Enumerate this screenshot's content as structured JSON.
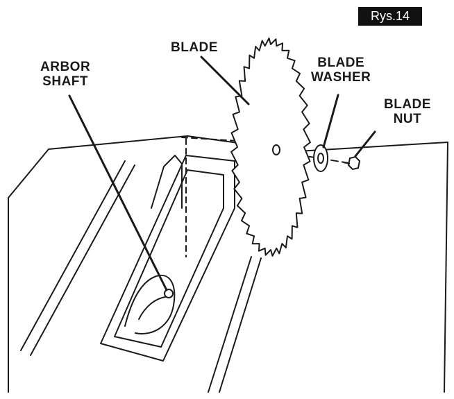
{
  "figure": {
    "badge": "Rys.14",
    "labels": {
      "arbor_shaft": [
        "ARBOR",
        "SHAFT"
      ],
      "blade": "BLADE",
      "blade_washer": [
        "BLADE",
        "WASHER"
      ],
      "blade_nut": [
        "BLADE",
        "NUT"
      ]
    },
    "colors": {
      "line": "#1a1a1a",
      "badge_bg": "#111111",
      "badge_text": "#ffffff",
      "background": "#ffffff"
    }
  }
}
